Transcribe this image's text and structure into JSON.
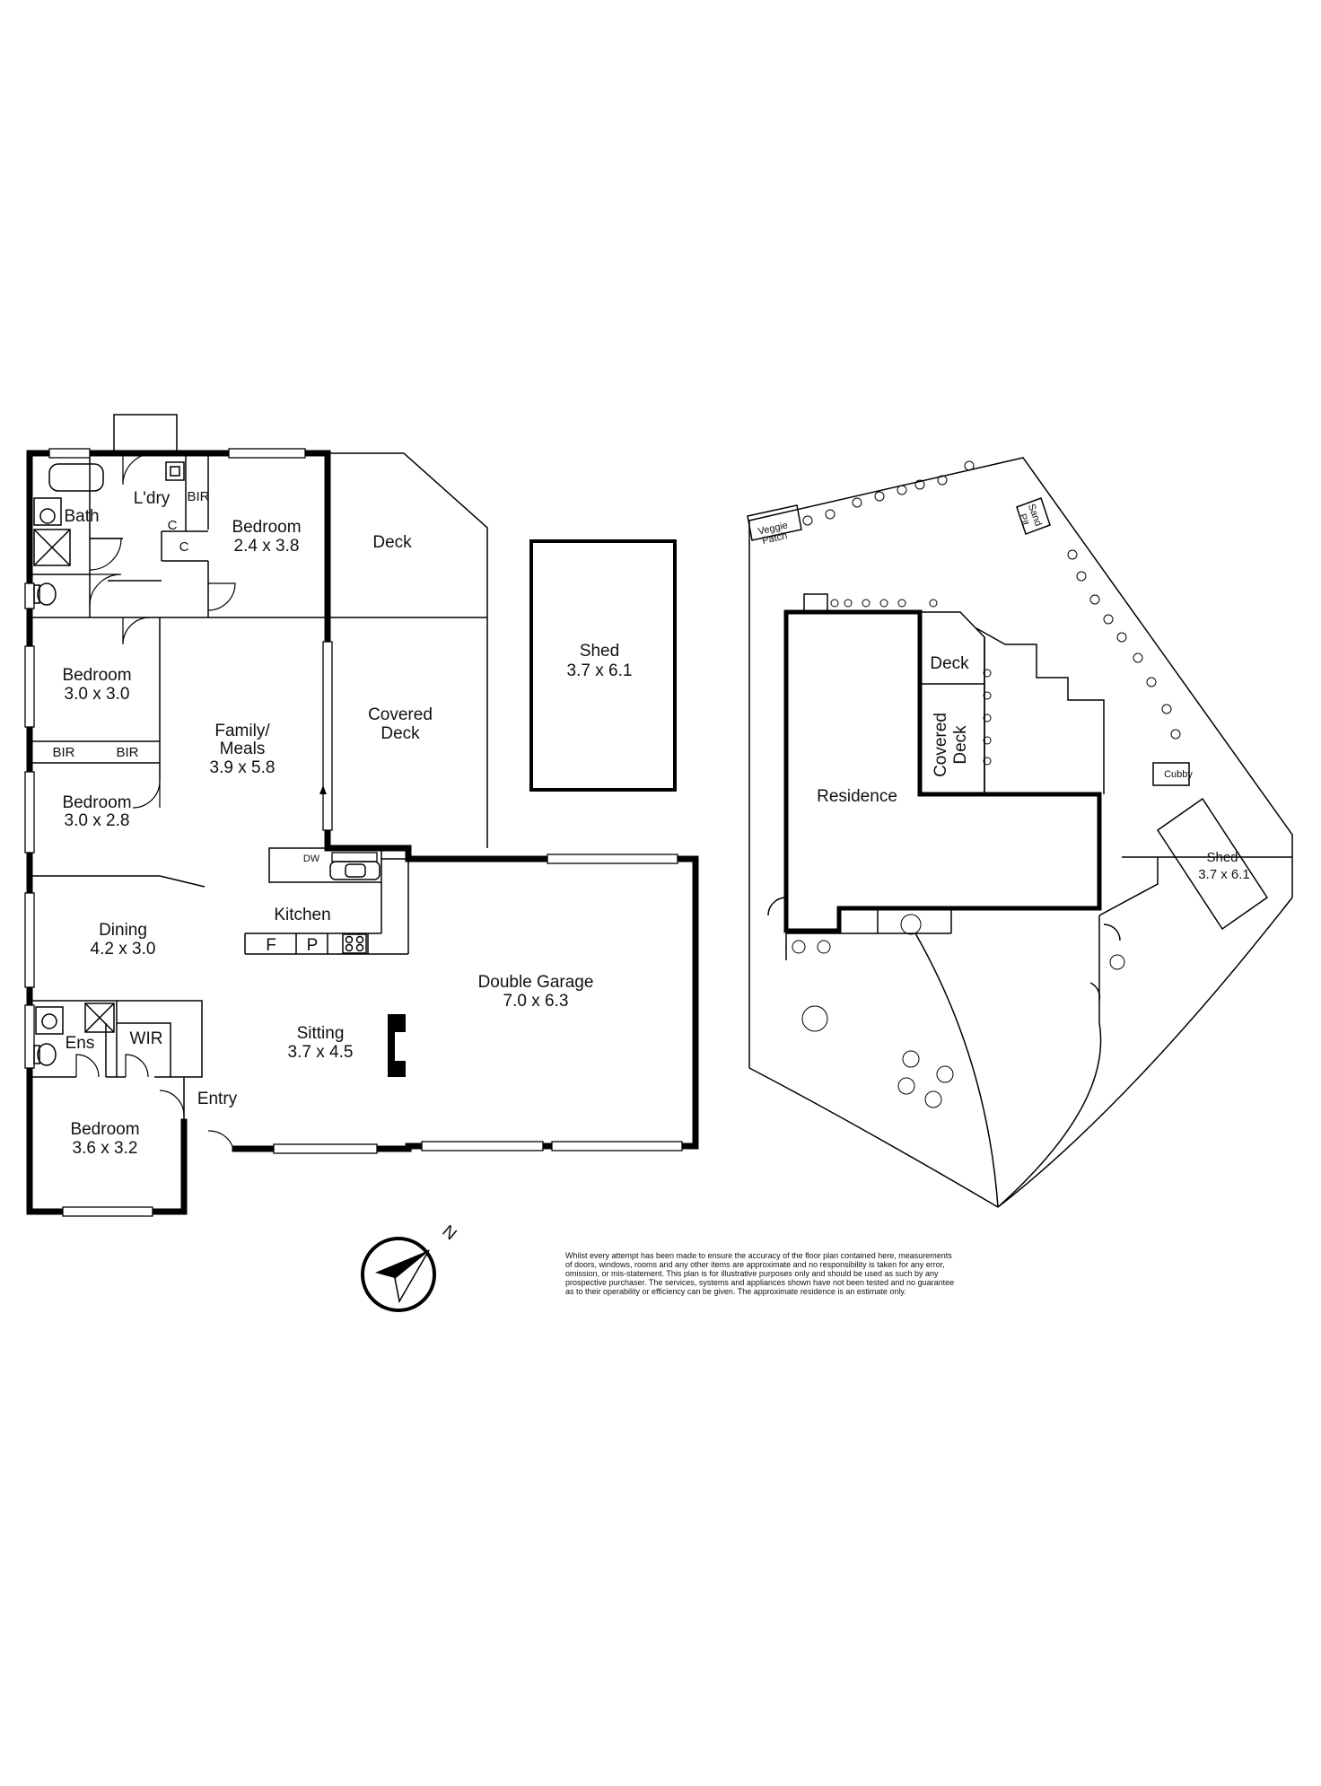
{
  "floor_plan": {
    "rooms": {
      "bath": "Bath",
      "laundry": "L'dry",
      "bir_laundry": "BIR",
      "cupboard_1": "C",
      "cupboard_2": "C",
      "bedroom_top": {
        "name": "Bedroom",
        "size": "2.4 x 3.8"
      },
      "deck": "Deck",
      "bedroom_2": {
        "name": "Bedroom",
        "size": "3.0 x 3.0"
      },
      "bir_1": "BIR",
      "bir_2": "BIR",
      "family": {
        "name_line1": "Family/",
        "name_line2": "Meals",
        "size": "3.9 x 5.8"
      },
      "covered_deck": {
        "line1": "Covered",
        "line2": "Deck"
      },
      "bedroom_3": {
        "name": "Bedroom",
        "size": "3.0 x 2.8"
      },
      "dw": "DW",
      "kitchen": "Kitchen",
      "fridge": "F",
      "pantry": "P",
      "dining": {
        "name": "Dining",
        "size": "4.2 x 3.0"
      },
      "ens": "Ens",
      "wir": "WIR",
      "sitting": {
        "name": "Sitting",
        "size": "3.7 x 4.5"
      },
      "entry": "Entry",
      "bedroom_main": {
        "name": "Bedroom",
        "size": "3.6 x 3.2"
      },
      "garage": {
        "name": "Double Garage",
        "size": "7.0 x 6.3"
      },
      "shed": {
        "name": "Shed",
        "size": "3.7 x 6.1"
      }
    }
  },
  "site_plan": {
    "veggie_patch": {
      "line1": "Veggie",
      "line2": "Patch"
    },
    "sand_pit": {
      "line1": "Sand",
      "line2": "Pit"
    },
    "deck": "Deck",
    "covered_deck": {
      "line1": "Covered",
      "line2": "Deck"
    },
    "residence": "Residence",
    "cubby": "Cubby",
    "shed": {
      "name": "Shed",
      "size": "3.7 x 6.1"
    }
  },
  "compass": {
    "north_label": "N"
  },
  "disclaimer": [
    "Whilst every attempt has been made to ensure the accuracy of the floor plan contained here, measurements",
    "of doors, windows, rooms and any other items are approximate and no responsibility is taken for any error,",
    "omission, or mis-statement.  This plan is for illustrative purposes only and should be used as such by any",
    "prospective purchaser.  The services, systems and appliances shown have not been tested and no guarantee",
    "as to their operability or efficiency can be given.  The approximate residence is an estimate only."
  ]
}
